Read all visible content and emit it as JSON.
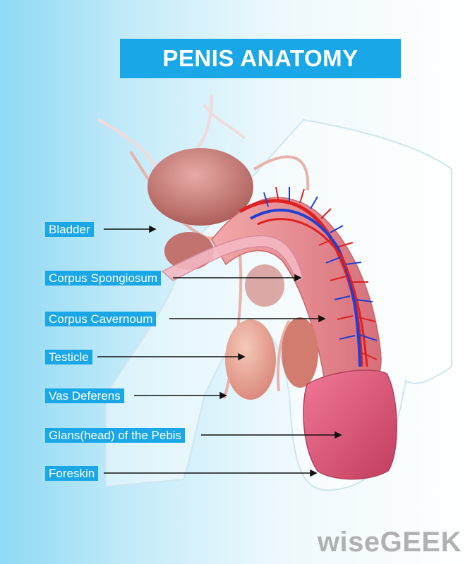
{
  "title": "PENIS ANATOMY",
  "labels": [
    {
      "id": "bladder",
      "text": "Bladder"
    },
    {
      "id": "corpus-spongiosum",
      "text": "Corpus Spongiosum"
    },
    {
      "id": "corpus-cavernoum",
      "text": "Corpus Cavernoum"
    },
    {
      "id": "testicle",
      "text": "Testicle"
    },
    {
      "id": "vas-deferens",
      "text": "Vas Deferens"
    },
    {
      "id": "glans",
      "text": "Glans(head) of the Pebis"
    },
    {
      "id": "foreskin",
      "text": "Foreskin"
    }
  ],
  "watermark": "wiseGEEK",
  "colors": {
    "label_bg": "#1aa7e8",
    "label_text": "#ffffff",
    "artery": "#e02020",
    "vein": "#1f3fd6",
    "tissue": "#d98080"
  }
}
